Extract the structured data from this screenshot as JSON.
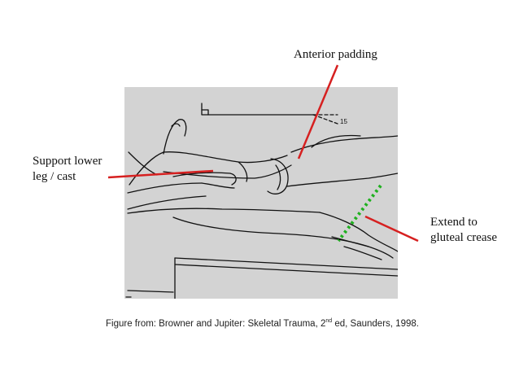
{
  "labels": {
    "anterior": "Anterior padding",
    "support_line1": "Support lower",
    "support_line2": "leg / cast",
    "extend_line1": "Extend to",
    "extend_line2": "gluteal crease"
  },
  "drawing": {
    "angle_mark": "15"
  },
  "caption": {
    "before_sup": "Figure from: Browner and Jupiter: Skeletal Trauma, 2",
    "sup": "nd",
    "after_sup": " ed, Saunders,  1998."
  },
  "colors": {
    "pointer_red": "#d62020",
    "crease_green": "#1fb01f",
    "figure_bg": "#d3d3d3"
  }
}
